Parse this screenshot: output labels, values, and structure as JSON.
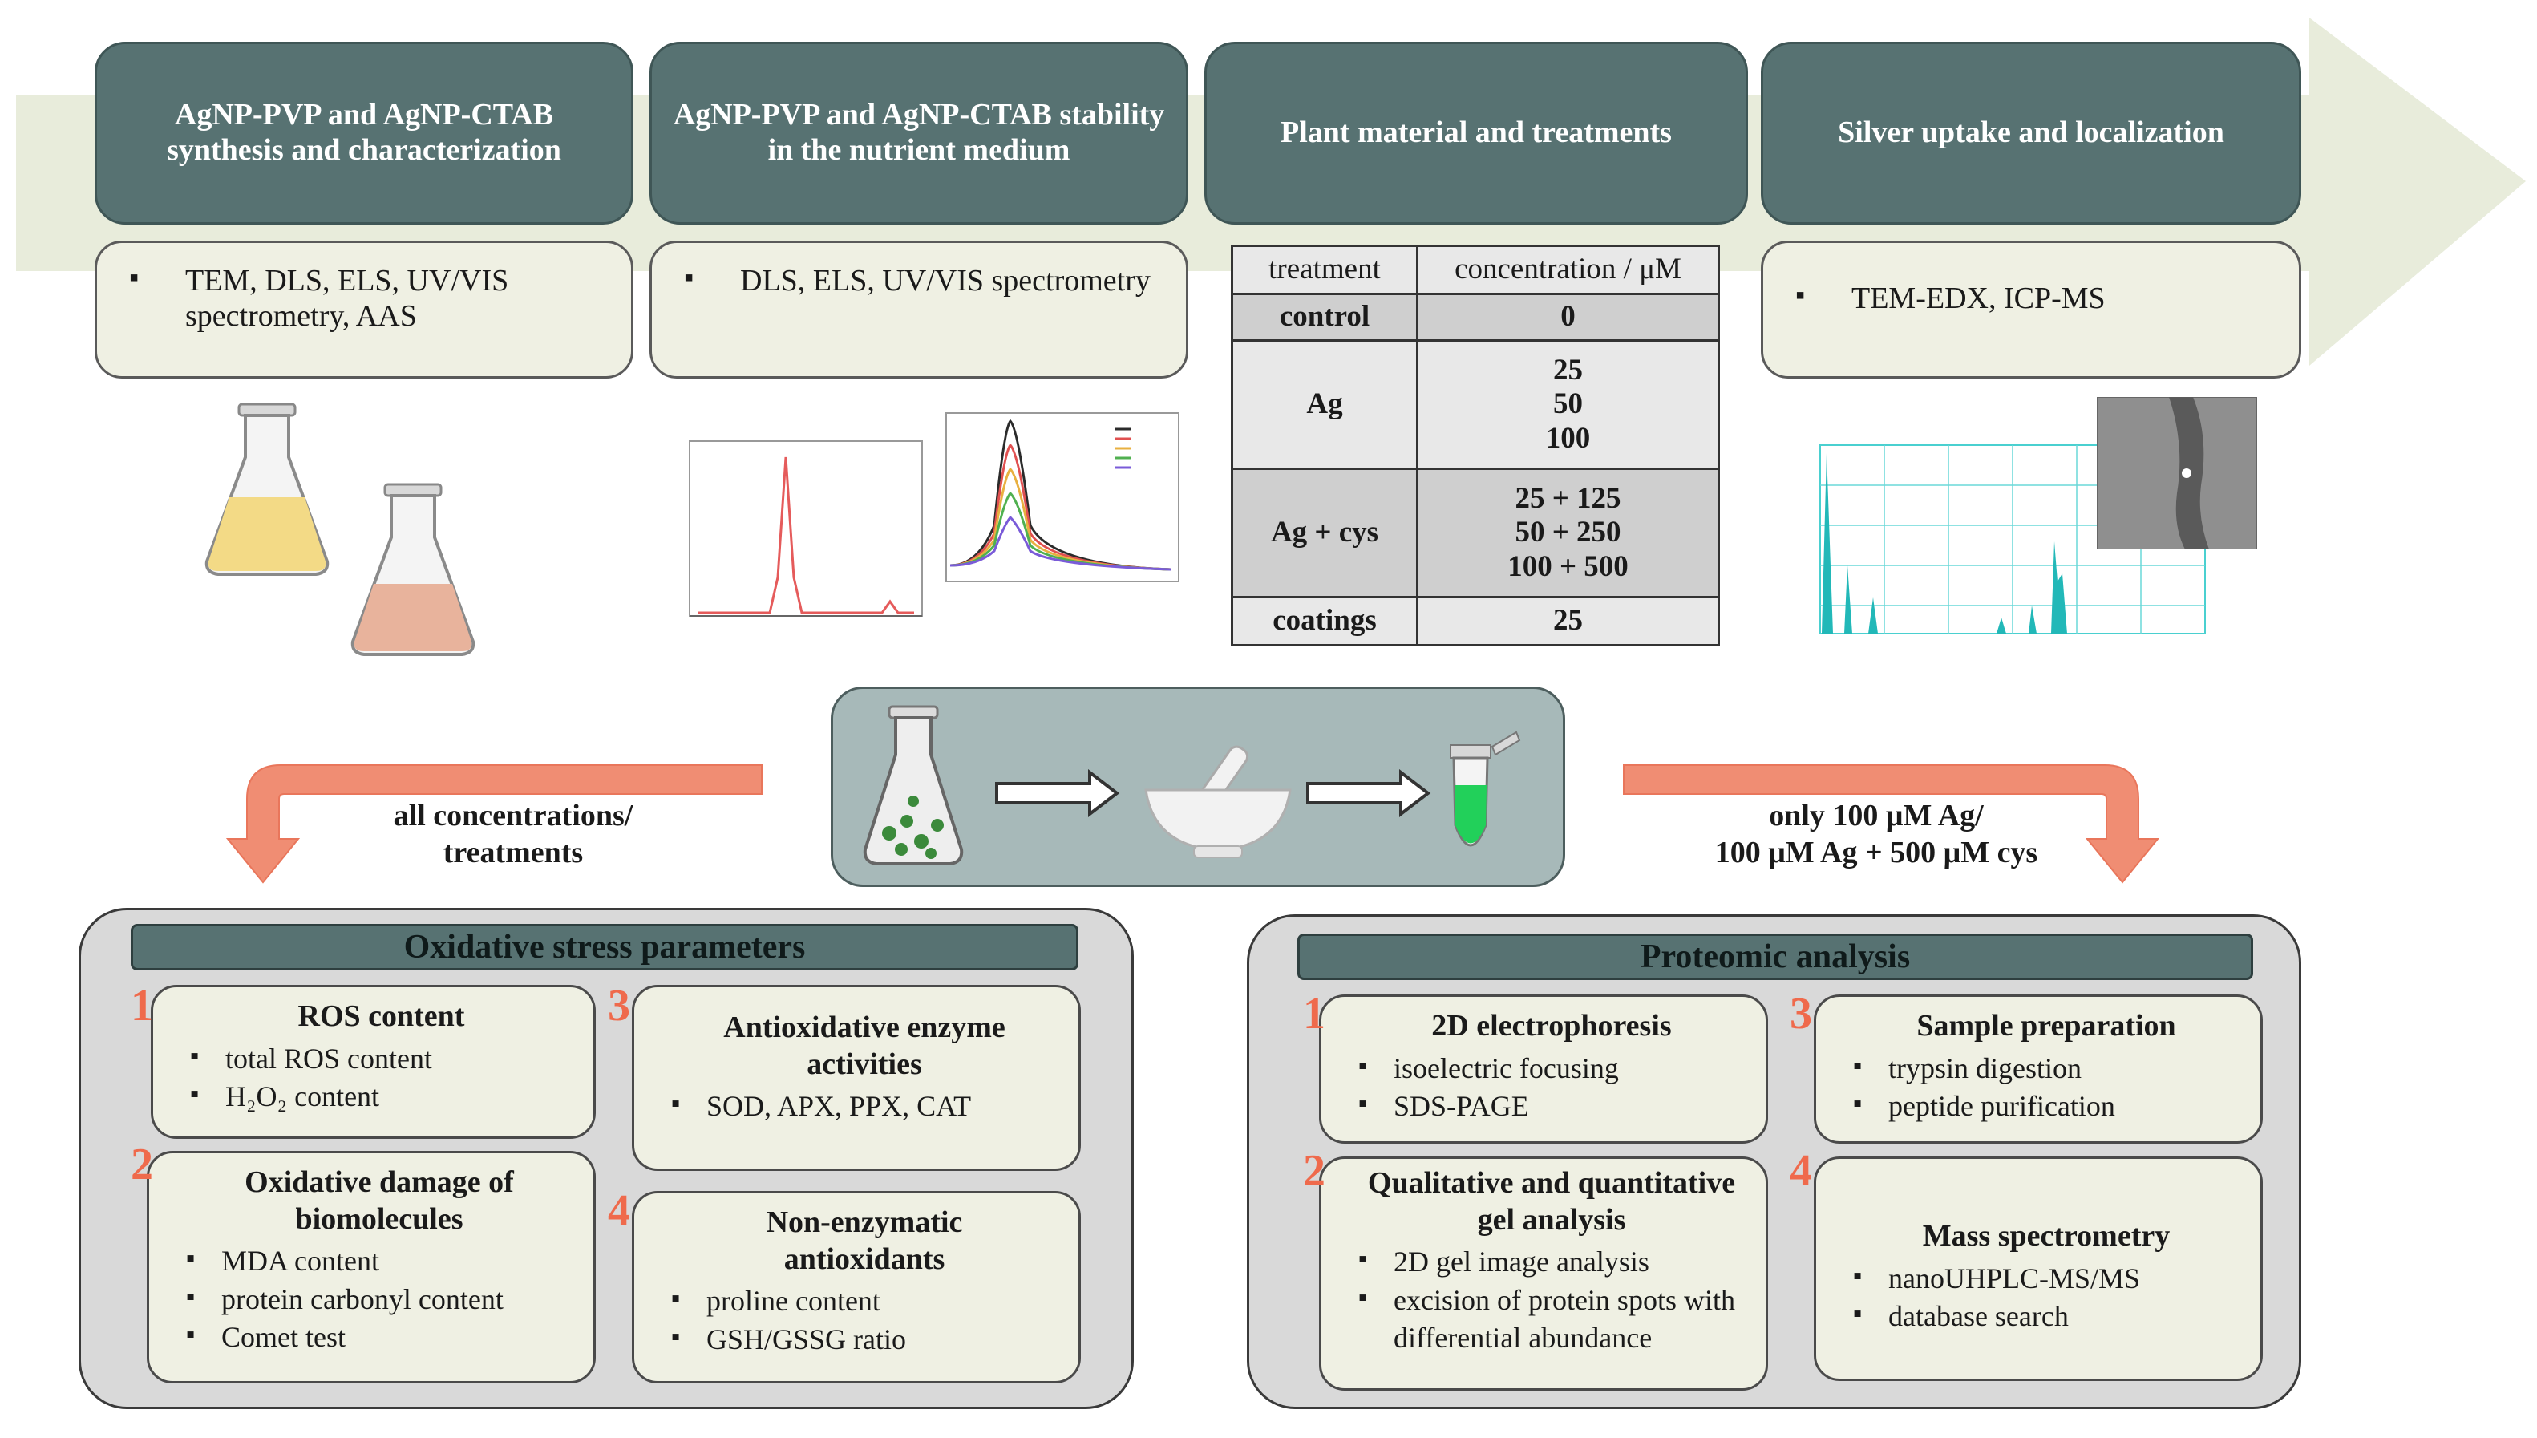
{
  "colors": {
    "header": "#577272",
    "box_fill": "#eff0e3",
    "panel_fill": "#d9d9d9",
    "accent_number": "#ef6a4c",
    "arrow_bg": "#e8ecdb",
    "salmon_arrow": "#f08d73"
  },
  "top_row": [
    {
      "title": "AgNP-PVP and AgNP-CTAB synthesis and characterization",
      "items": [
        "TEM, DLS, ELS, UV/VIS spectrometry, AAS"
      ]
    },
    {
      "title": "AgNP-PVP and AgNP-CTAB stability in the nutrient medium",
      "items": [
        "DLS, ELS, UV/VIS spectrometry"
      ]
    },
    {
      "title": "Plant material and treatments"
    },
    {
      "title": "Silver uptake and localization",
      "items": [
        "TEM-EDX, ICP-MS"
      ]
    }
  ],
  "treatments_table": {
    "header": [
      "treatment",
      "concentration / μM"
    ],
    "rows": [
      {
        "treatment": "control",
        "concentration": [
          "0"
        ]
      },
      {
        "treatment": "Ag",
        "concentration": [
          "25",
          "50",
          "100"
        ]
      },
      {
        "treatment": "Ag + cys",
        "concentration": [
          "25 + 125",
          "50 + 250",
          "100 + 500"
        ]
      },
      {
        "treatment": "coatings",
        "concentration": [
          "25"
        ]
      }
    ]
  },
  "flow": {
    "left_label": "all concentrations/ treatments",
    "right_label_line1": "only 100 μM Ag/",
    "right_label_line2": "100 μM Ag + 500 μM cys"
  },
  "oxidative_panel": {
    "title": "Oxidative stress parameters",
    "cards": [
      {
        "num": "1",
        "title": "ROS content",
        "items": [
          "total ROS content",
          "H₂O₂ content"
        ]
      },
      {
        "num": "2",
        "title": "Oxidative damage of biomolecules",
        "items": [
          "MDA content",
          "protein carbonyl content",
          "Comet test"
        ]
      },
      {
        "num": "3",
        "title": "Antioxidative enzyme activities",
        "items": [
          "SOD, APX, PPX, CAT"
        ]
      },
      {
        "num": "4",
        "title": "Non-enzymatic antioxidants",
        "items": [
          "proline content",
          "GSH/GSSG ratio"
        ]
      }
    ]
  },
  "proteomic_panel": {
    "title": "Proteomic analysis",
    "cards": [
      {
        "num": "1",
        "title": "2D electrophoresis",
        "items": [
          "isoelectric focusing",
          "SDS-PAGE"
        ]
      },
      {
        "num": "2",
        "title": "Qualitative and quantitative gel analysis",
        "items": [
          "2D gel image analysis",
          "excision of protein spots with differential abundance"
        ]
      },
      {
        "num": "3",
        "title": "Sample preparation",
        "items": [
          "trypsin digestion",
          "peptide purification"
        ]
      },
      {
        "num": "4",
        "title": "Mass spectrometry",
        "items": [
          "nanoUHPLC-MS/MS",
          "database search"
        ]
      }
    ]
  },
  "icons": [
    "flask-yellow-icon",
    "flask-pink-icon",
    "dls-chart-icon",
    "uv-vis-chart-icon",
    "edx-spectrum-icon",
    "tem-image-icon",
    "flask-plants-icon",
    "mortar-pestle-icon",
    "tube-green-icon"
  ]
}
